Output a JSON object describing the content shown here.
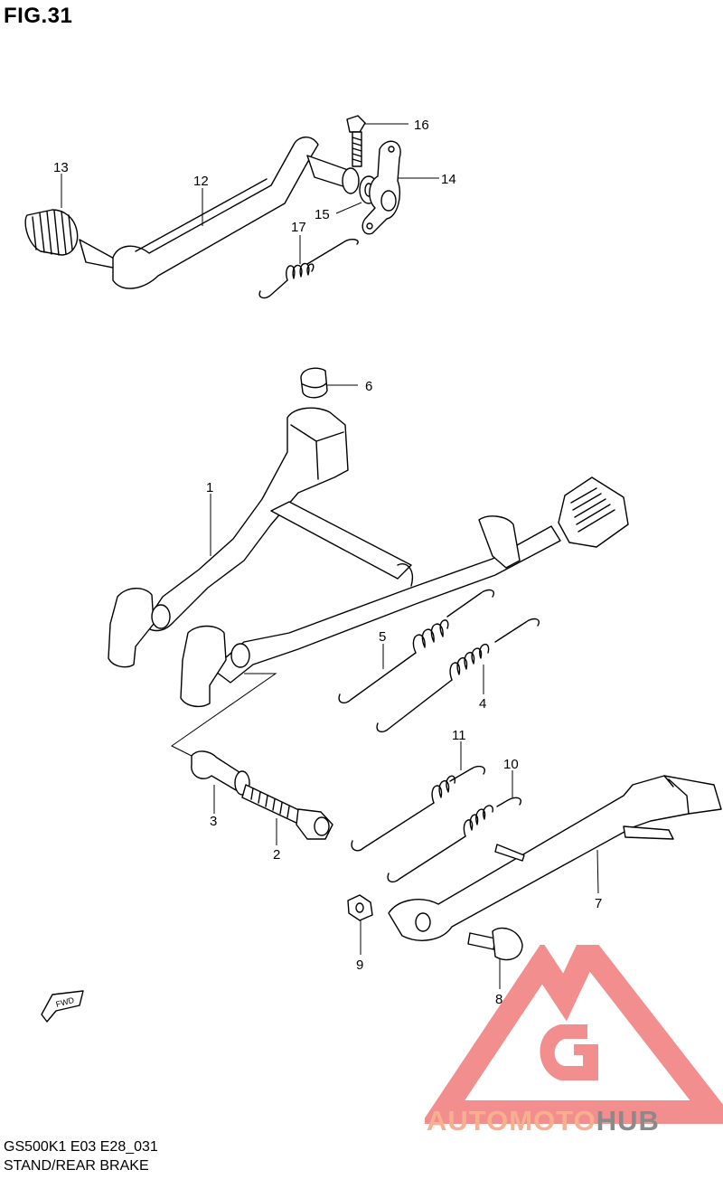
{
  "figure": {
    "title": "FIG.31"
  },
  "part_labels": [
    "1",
    "2",
    "3",
    "4",
    "5",
    "6",
    "7",
    "8",
    "9",
    "10",
    "11",
    "12",
    "13",
    "14",
    "15",
    "16",
    "17"
  ],
  "footer": {
    "model_code": "GS500K1 E03 E28_031",
    "section_name": "STAND/REAR BRAKE"
  },
  "direction_marker": {
    "text": "FWD"
  },
  "watermark": {
    "text_part1": "AUTOMOTO",
    "text_part2": "HUB"
  },
  "colors": {
    "lines": "#000000",
    "logo_red": "#f28e8e",
    "logo_orange": "#f6b090",
    "logo_gray": "#8a8a8a"
  }
}
